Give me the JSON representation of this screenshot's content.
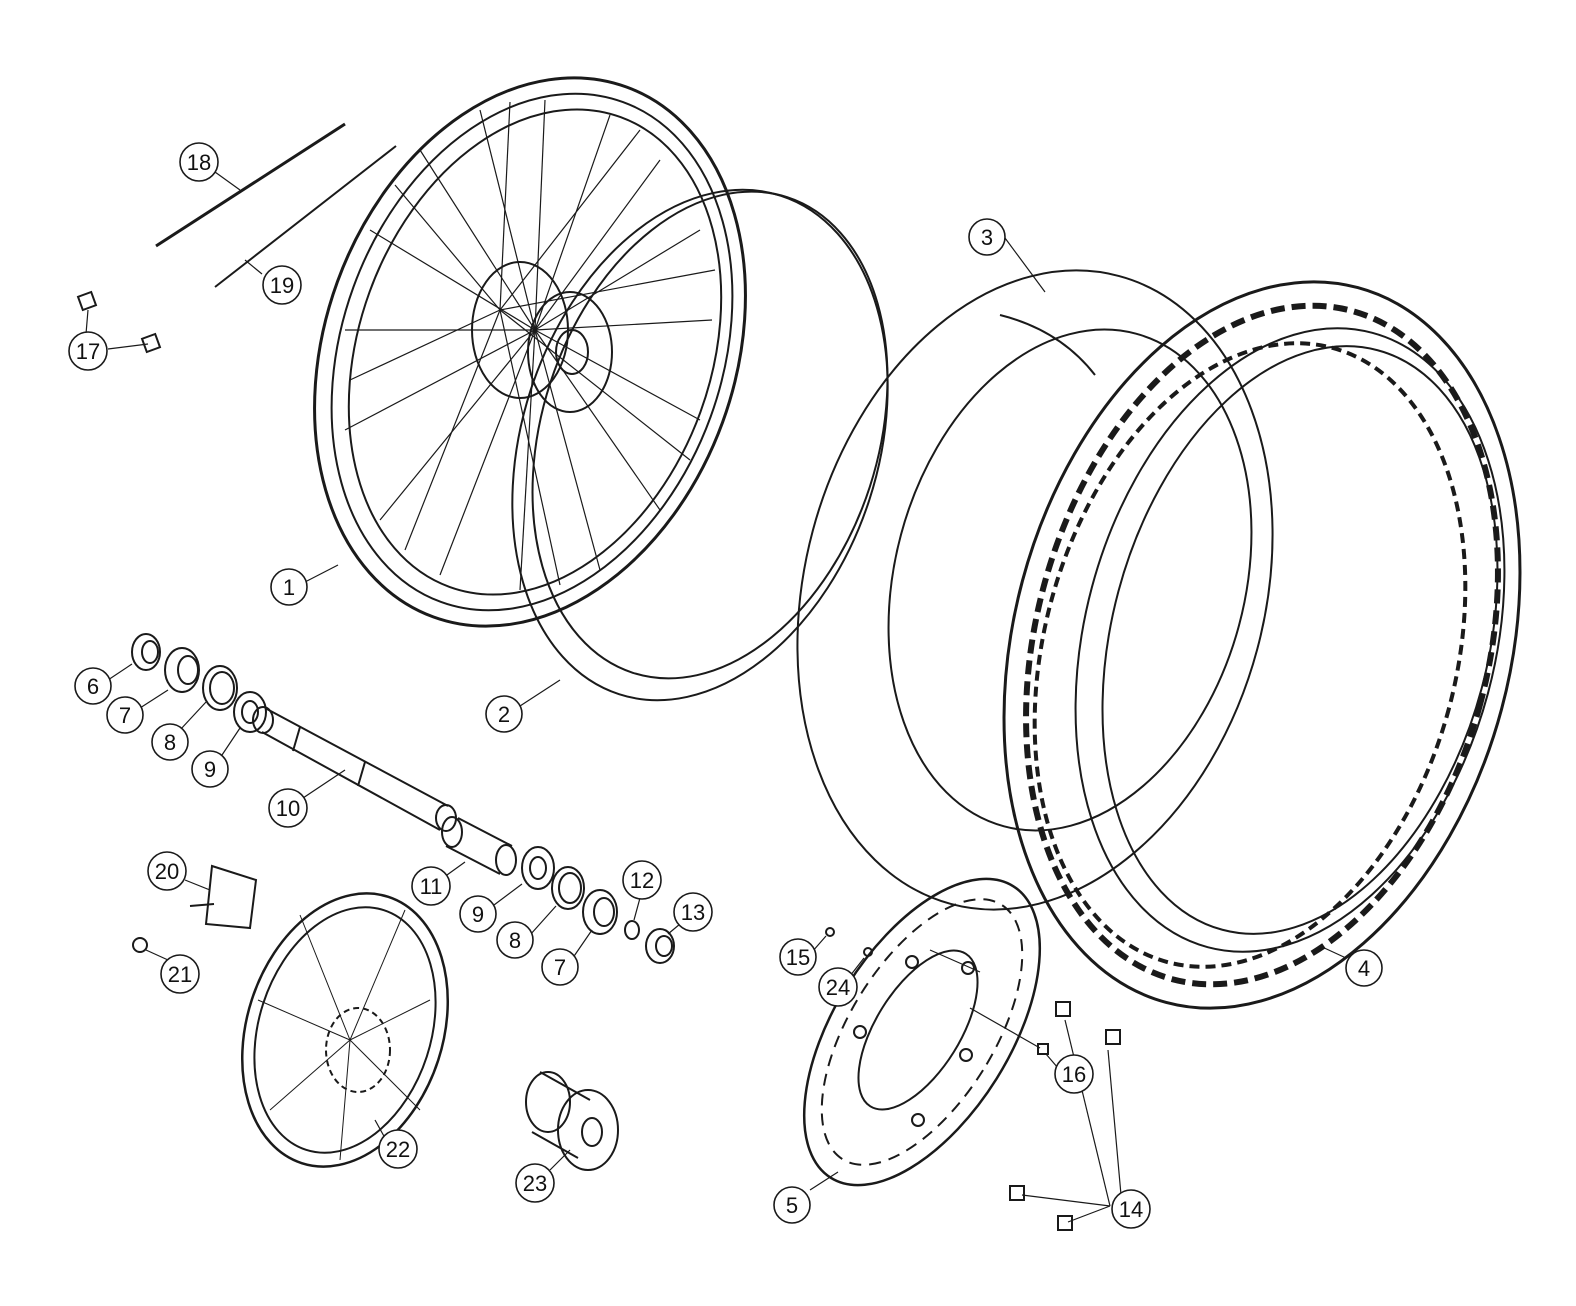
{
  "diagram": {
    "title": "",
    "line_color": "#1a1a1a",
    "background": "#ffffff",
    "callouts": [
      {
        "label": "1"
      },
      {
        "label": "2"
      },
      {
        "label": "3"
      },
      {
        "label": "4"
      },
      {
        "label": "5"
      },
      {
        "label": "6"
      },
      {
        "label": "7"
      },
      {
        "label": "8"
      },
      {
        "label": "9"
      },
      {
        "label": "10"
      },
      {
        "label": "11"
      },
      {
        "label": "9"
      },
      {
        "label": "8"
      },
      {
        "label": "7"
      },
      {
        "label": "12"
      },
      {
        "label": "13"
      },
      {
        "label": "14"
      },
      {
        "label": "15"
      },
      {
        "label": "16"
      },
      {
        "label": "17"
      },
      {
        "label": "18"
      },
      {
        "label": "19"
      },
      {
        "label": "20"
      },
      {
        "label": "21"
      },
      {
        "label": "22"
      },
      {
        "label": "23"
      },
      {
        "label": "24"
      }
    ]
  }
}
